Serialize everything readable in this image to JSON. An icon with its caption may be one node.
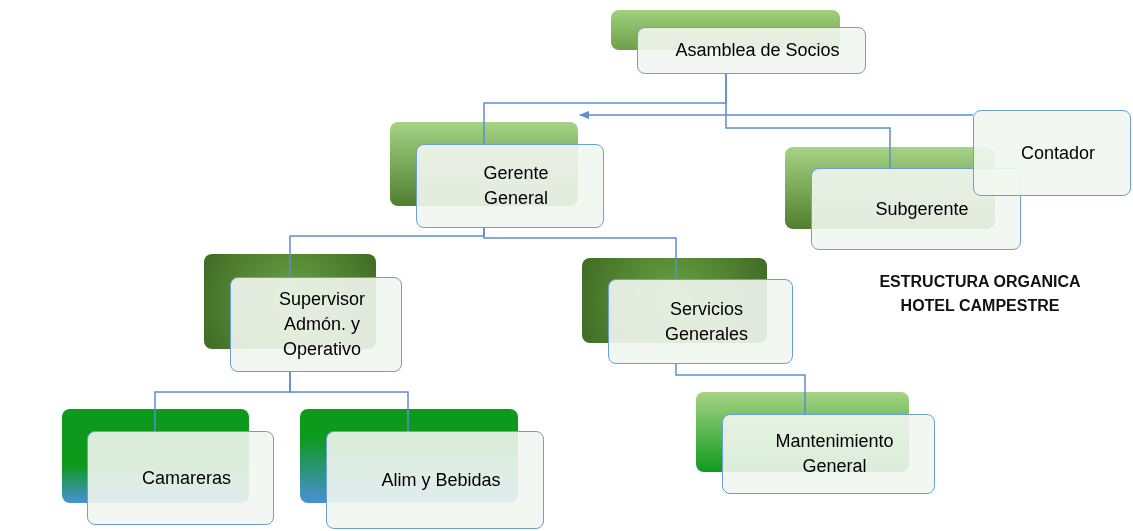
{
  "diagram": {
    "title": "ESTRUCTURA ORGANICA HOTEL CAMPESTRE",
    "nodes": [
      {
        "text": [
          "Asamblea de Socios"
        ]
      },
      {
        "text": [
          "Gerente General"
        ]
      },
      {
        "text": [
          "Contador"
        ]
      },
      {
        "text": [
          "Subgerente"
        ]
      },
      {
        "text": [
          "Supervisor Admón. y Operativo"
        ]
      },
      {
        "text": [
          "Servicios Generales"
        ]
      },
      {
        "text": [
          "Camareras"
        ]
      },
      {
        "text": [
          "Alim y Bebidas"
        ]
      },
      {
        "text": [
          "Mantenimiento General"
        ]
      }
    ],
    "edges": [
      {
        "from": 0,
        "to": 1,
        "arrow": "none"
      },
      {
        "from": 0,
        "to": 3,
        "arrow": "none"
      },
      {
        "from": 2,
        "to": 1,
        "arrow": "to"
      },
      {
        "from": 1,
        "to": 4,
        "arrow": "none"
      },
      {
        "from": 1,
        "to": 5,
        "arrow": "none"
      },
      {
        "from": 4,
        "to": 6,
        "arrow": "none"
      },
      {
        "from": 4,
        "to": 7,
        "arrow": "none"
      },
      {
        "from": 5,
        "to": 8,
        "arrow": "none"
      }
    ]
  }
}
